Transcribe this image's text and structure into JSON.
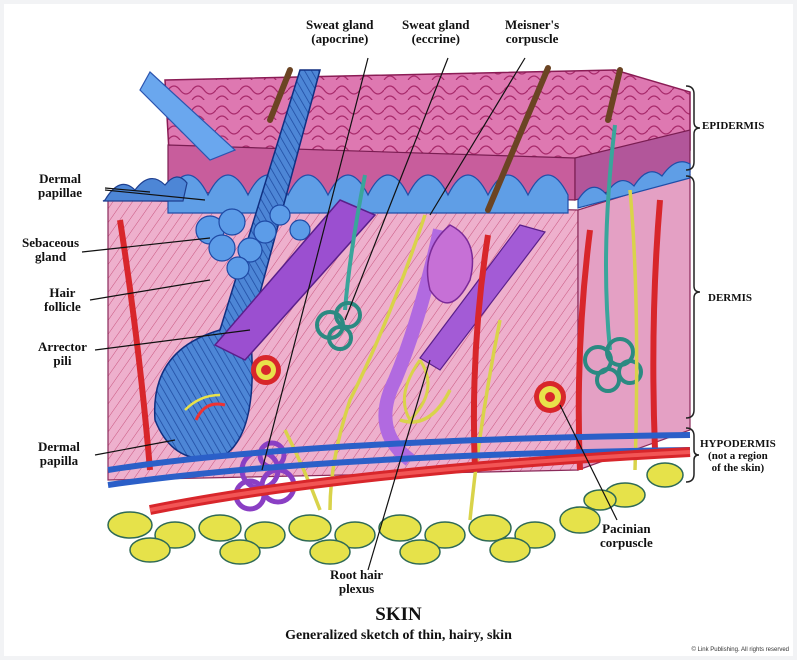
{
  "labels": {
    "sweat_apocrine": [
      "Sweat gland",
      "(apocrine)"
    ],
    "sweat_eccrine": [
      "Sweat gland",
      "(eccrine)"
    ],
    "meisner": [
      "Meisner's",
      "corpuscle"
    ],
    "epidermis": "EPIDERMIS",
    "dermis": "DERMIS",
    "hypodermis": [
      "HYPODERMIS",
      "(not a region",
      "of the skin)"
    ],
    "dermal_papillae": [
      "Dermal",
      "papillae"
    ],
    "sebaceous": [
      "Sebaceous",
      "gland"
    ],
    "hair_follicle": [
      "Hair",
      "follicle"
    ],
    "arrector": [
      "Arrector",
      "pili"
    ],
    "dermal_papilla": [
      "Dermal",
      "papilla"
    ],
    "root_hair": [
      "Root hair",
      "plexus"
    ],
    "pacinian": [
      "Pacinian",
      "corpuscle"
    ]
  },
  "title": "SKIN",
  "subtitle": "Generalized sketch of thin, hairy, skin",
  "copyright": "© Link Publishing. All rights reserved",
  "colors": {
    "epidermis": "#d86aa8",
    "dermis": "#e9a6c6",
    "papillae_blue": "#4e8fdc",
    "artery": "#d8262b",
    "vein": "#2b5fc8",
    "fat": "#e6e24a",
    "nerve": "#d8d24a",
    "gland_teal": "#3aa59b",
    "gland_purple": "#9b4fd0"
  }
}
